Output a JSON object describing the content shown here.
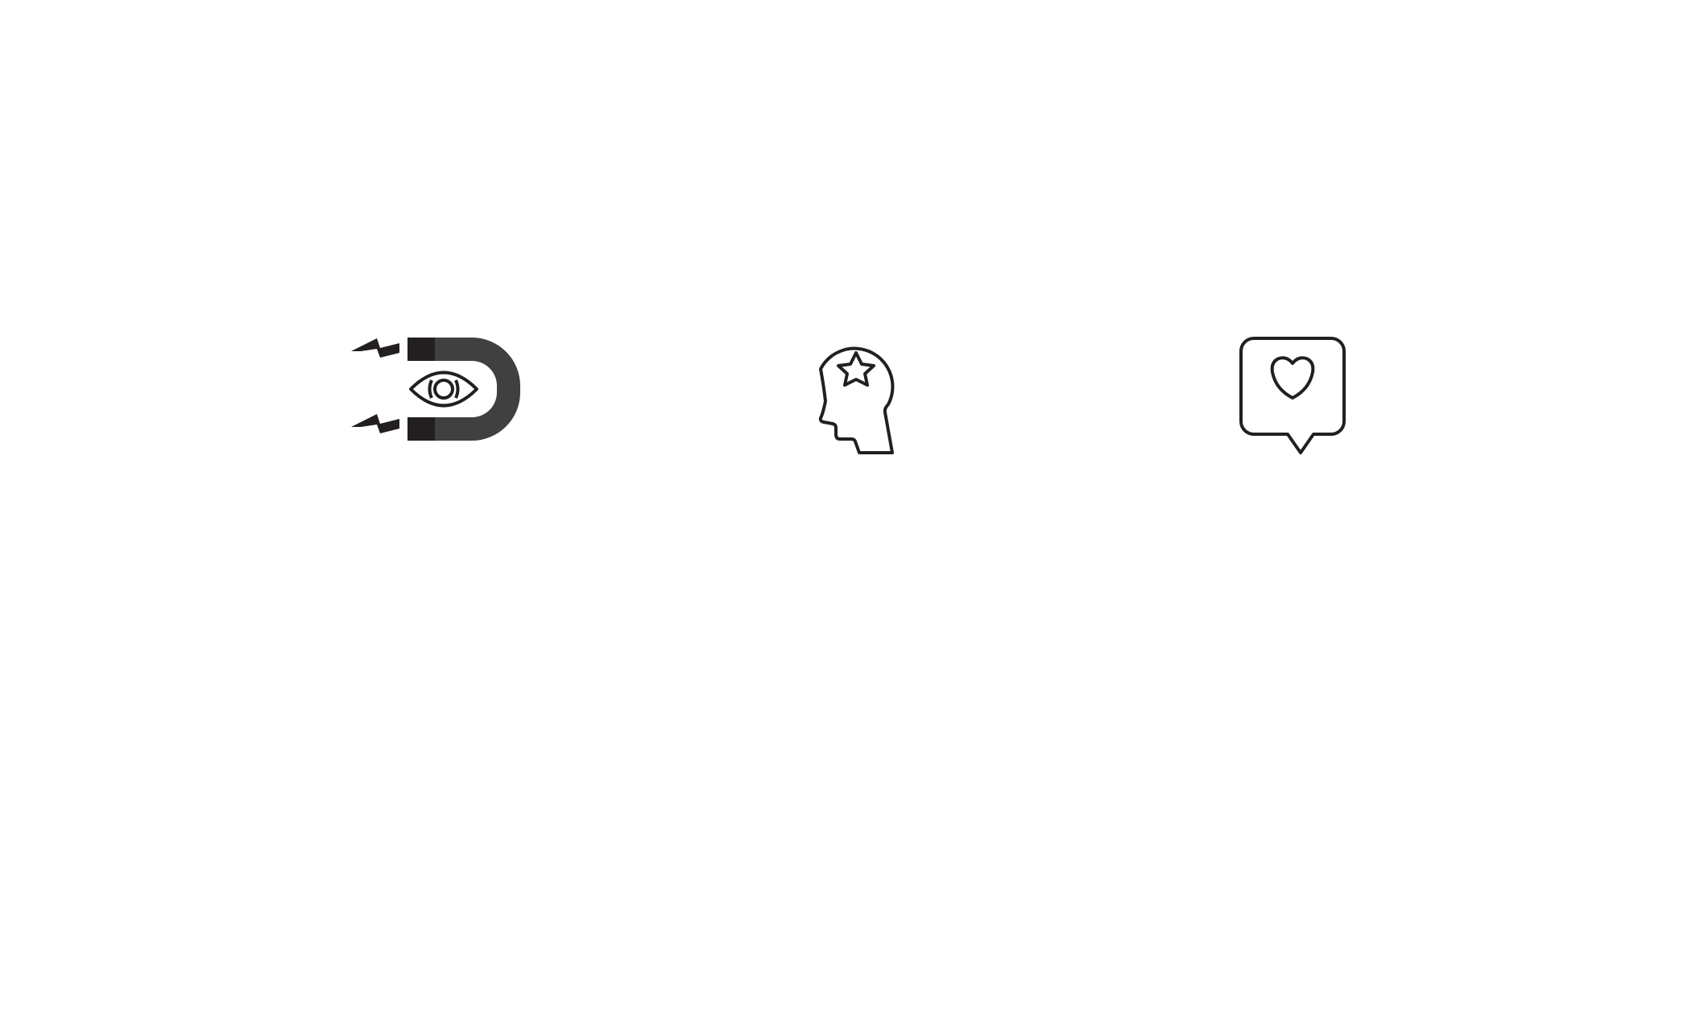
{
  "icons": [
    {
      "name": "magnet-eye-icon",
      "description_name": "attention-magnet"
    },
    {
      "name": "head-star-icon",
      "description_name": "mind-star"
    },
    {
      "name": "speech-bubble-heart-icon",
      "description_name": "love-message"
    }
  ],
  "colors": {
    "background": "#ffffff",
    "stroke": "#231f20",
    "magnet_dark": "#231f20",
    "magnet_body": "#404040"
  }
}
